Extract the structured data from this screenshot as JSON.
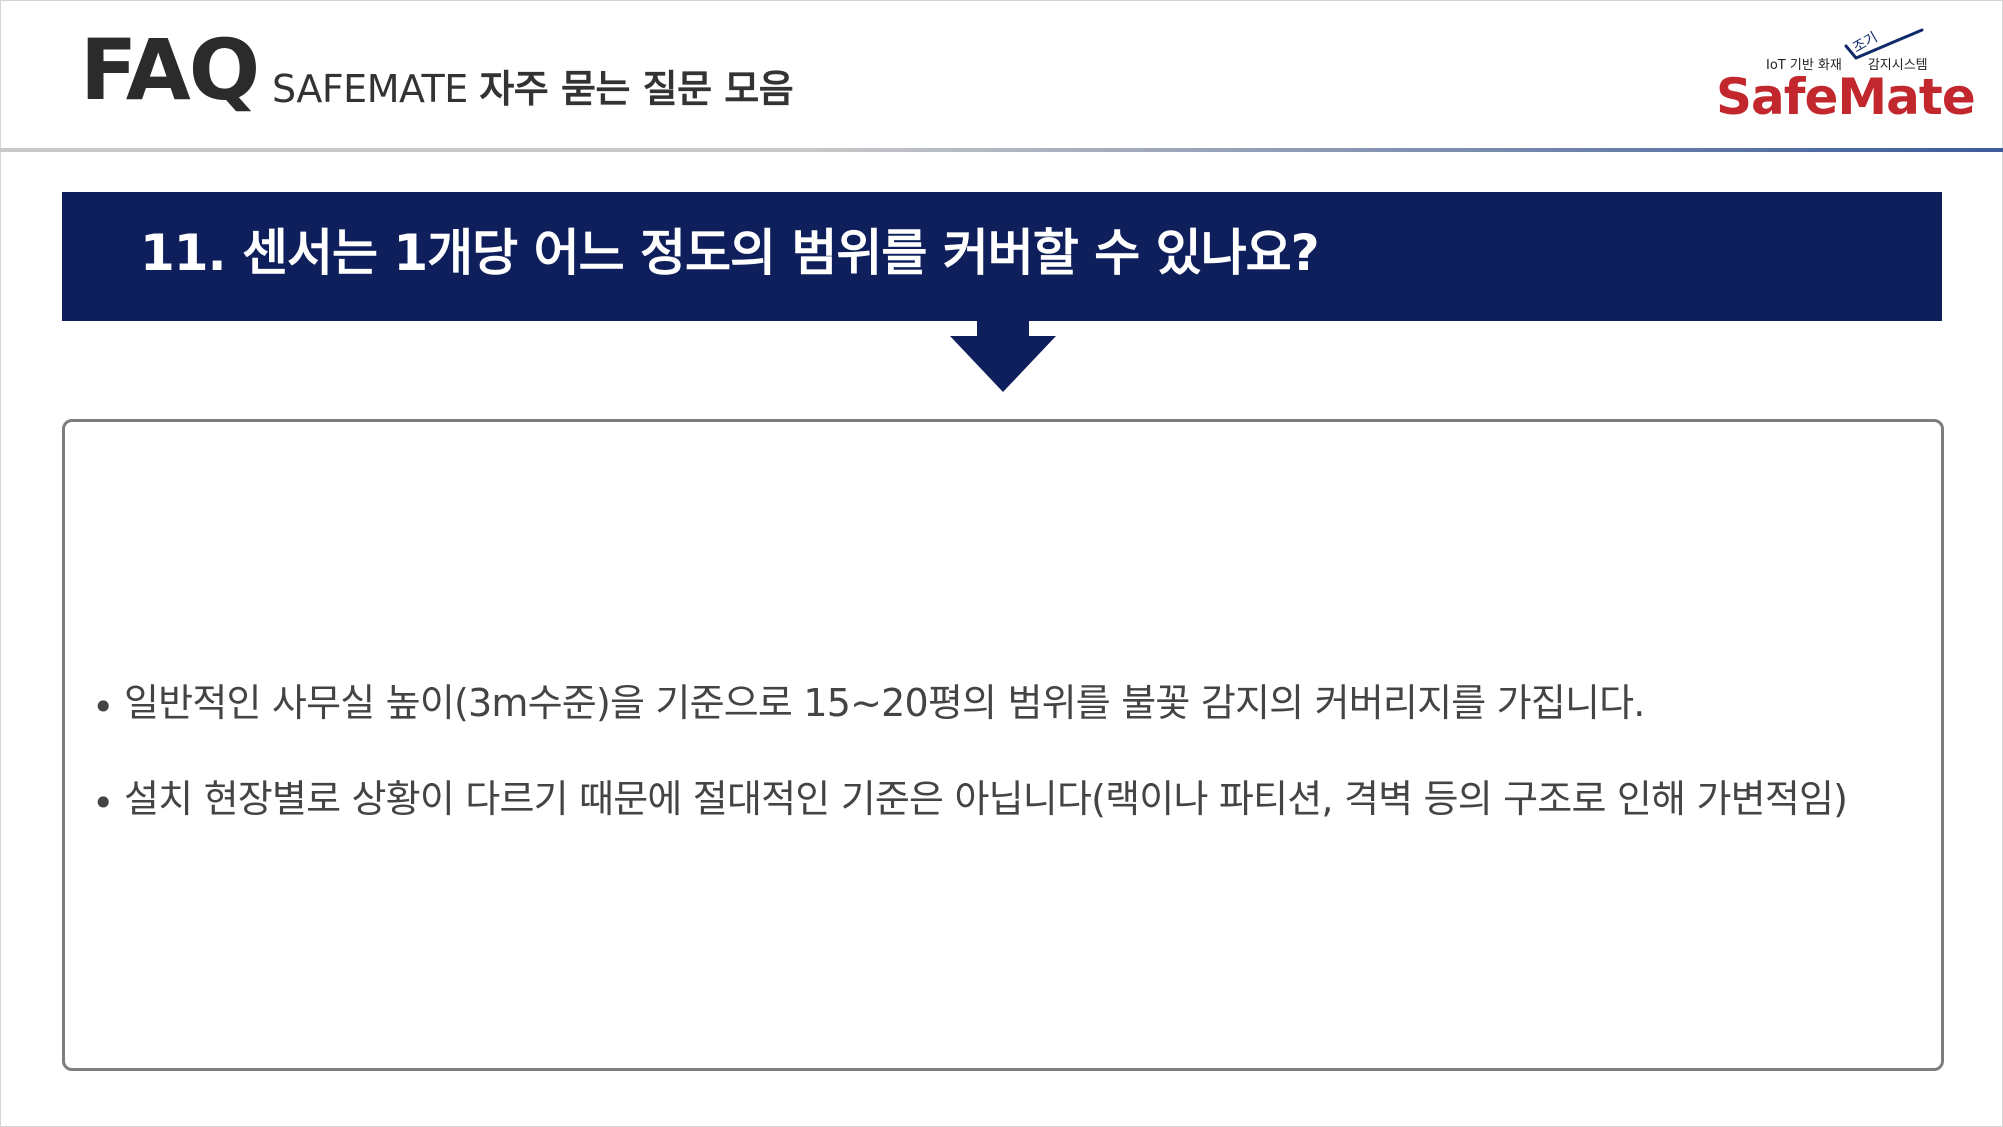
{
  "header": {
    "title": "FAQ",
    "subtitle_brand": "SAFEMATE",
    "subtitle_rest": "자주 묻는 질문 모음"
  },
  "logo": {
    "tagline_left": "IoT 기반 화재",
    "tagline_right": "감지시스템",
    "tagline_accent": "조기",
    "wordmark": "SafeMate",
    "accent_color": "#c1272d",
    "check_color": "#0f2a6b",
    "check_icon": "checkmark-icon"
  },
  "question": {
    "text": "11. 센서는 1개당 어느 정도의 범위를 커버할 수 있나요?",
    "background_color": "#0f1f5c",
    "arrow_icon": "down-arrow-icon"
  },
  "answer": {
    "bullet": "•",
    "items": [
      "일반적인 사무실 높이(3m수준)을 기준으로 15~20평의 범위를 불꽃 감지의 커버리지를 가집니다.",
      "설치 현장별로 상황이 다르기 때문에 절대적인 기준은 아닙니다(랙이나 파티션, 격벽 등의 구조로 인해 가변적임)"
    ]
  }
}
